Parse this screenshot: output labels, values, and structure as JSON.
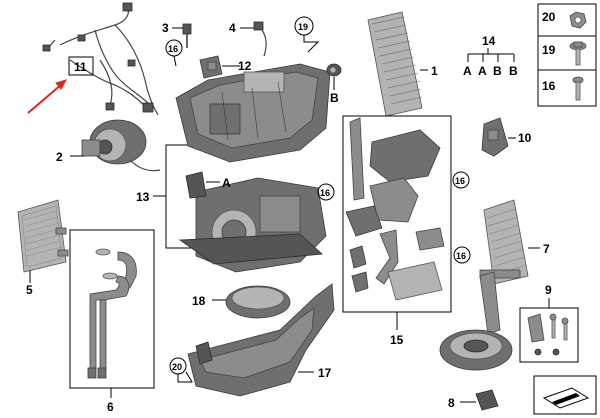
{
  "callouts": {
    "c1": "1",
    "c2": "2",
    "c3": "3",
    "c4": "4",
    "c5": "5",
    "c6": "6",
    "c7": "7",
    "c8": "8",
    "c9": "9",
    "c10": "10",
    "c11": "11",
    "c12": "12",
    "c13": "13",
    "c14": "14",
    "c15": "15",
    "c16": "16",
    "c17": "17",
    "c18": "18",
    "c19": "19",
    "c20": "20"
  },
  "sub_labels": {
    "a": "A",
    "b": "B"
  },
  "legend": {
    "rows": [
      {
        "number": "20",
        "icon": "hex-nut-icon"
      },
      {
        "number": "19",
        "icon": "flange-bolt-icon"
      },
      {
        "number": "16",
        "icon": "screw-icon"
      }
    ]
  },
  "group14": {
    "labels": [
      "A",
      "A",
      "B",
      "B"
    ]
  },
  "colors": {
    "highlight": "#e1251b",
    "part_dark": "#6f6f6f",
    "part_light": "#b4b4b4"
  },
  "corner_icon": "document-arrow-icon"
}
